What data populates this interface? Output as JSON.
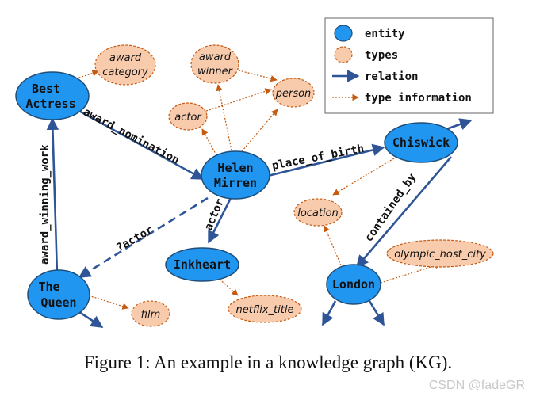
{
  "entities": [
    {
      "id": "best_actress",
      "lines": [
        "Best",
        "Actress"
      ]
    },
    {
      "id": "helen_mirren",
      "lines": [
        "Helen",
        "Mirren"
      ]
    },
    {
      "id": "chiswick",
      "lines": [
        "Chiswick"
      ]
    },
    {
      "id": "inkheart",
      "lines": [
        "Inkheart"
      ]
    },
    {
      "id": "the_queen",
      "lines": [
        "The",
        "Queen"
      ]
    },
    {
      "id": "london",
      "lines": [
        "London"
      ]
    }
  ],
  "types": [
    {
      "id": "award_category",
      "lines": [
        "award",
        "category"
      ]
    },
    {
      "id": "award_winner",
      "lines": [
        "award",
        "winner"
      ]
    },
    {
      "id": "person",
      "lines": [
        "person"
      ]
    },
    {
      "id": "actor_type",
      "lines": [
        "actor"
      ]
    },
    {
      "id": "location",
      "lines": [
        "location"
      ]
    },
    {
      "id": "olympic_host_city",
      "lines": [
        "olympic_host_city"
      ]
    },
    {
      "id": "film",
      "lines": [
        "film"
      ]
    },
    {
      "id": "netflix_title",
      "lines": [
        "netflix_title"
      ]
    }
  ],
  "relations": [
    {
      "id": "award_nomination",
      "label": "award_nomination",
      "from": "best_actress",
      "to": "helen_mirren",
      "style": "solid"
    },
    {
      "id": "place_of_birth",
      "label": "place_of_birth",
      "from": "helen_mirren",
      "to": "chiswick",
      "style": "solid"
    },
    {
      "id": "contained_by",
      "label": "contained_by",
      "from": "chiswick",
      "to": "london",
      "style": "solid"
    },
    {
      "id": "actor",
      "label": "actor",
      "from": "helen_mirren",
      "to": "inkheart",
      "style": "solid"
    },
    {
      "id": "query_actor",
      "label": "?actor",
      "from": "helen_mirren",
      "to": "the_queen",
      "style": "dashed"
    },
    {
      "id": "award_winning_work",
      "label": "award_winning_work",
      "from": "the_queen",
      "to": "best_actress",
      "style": "solid"
    }
  ],
  "legend": {
    "entity": "entity",
    "types": "types",
    "relation": "relation",
    "type_information": "type information"
  },
  "caption": "Figure 1: An example in a knowledge graph (KG).",
  "watermark": "CSDN @fadeGR",
  "colors": {
    "entity_fill": "#2196F0",
    "entity_stroke": "#1f4e79",
    "type_fill": "#F8CBAD",
    "type_stroke": "#C55A11",
    "relation": "#2F5597",
    "type_info": "#C55A11"
  }
}
